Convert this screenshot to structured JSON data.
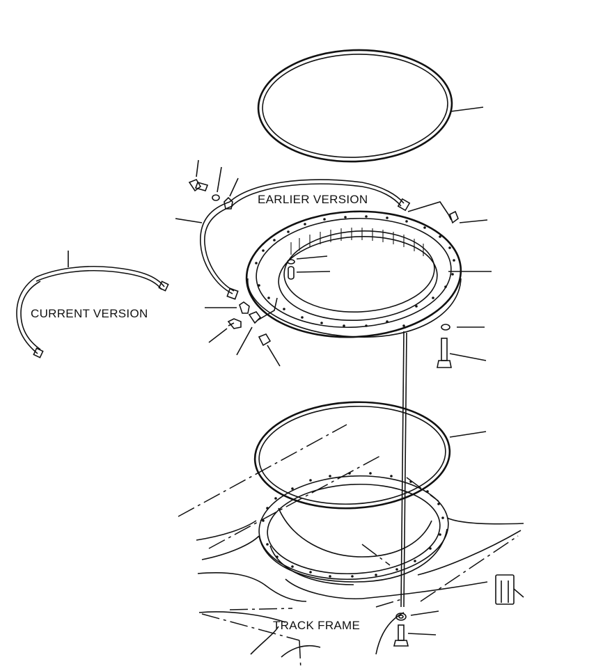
{
  "labels": {
    "earlier_version": "EARLIER VERSION",
    "current_version": "CURRENT VERSION",
    "track_frame": "TRACK FRAME"
  },
  "colors": {
    "line": "#111111",
    "background": "#ffffff"
  }
}
